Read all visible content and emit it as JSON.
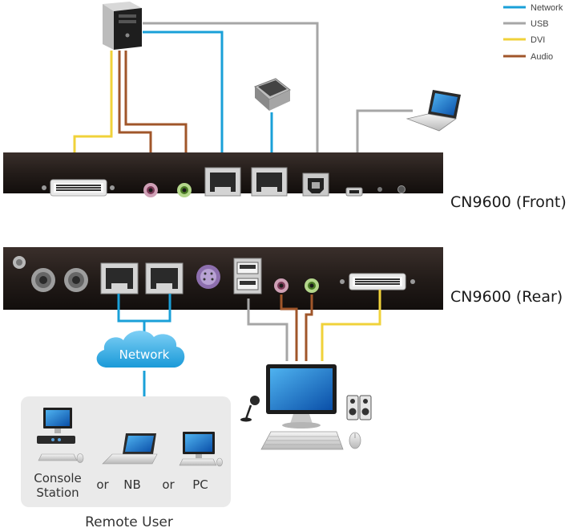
{
  "legend": [
    {
      "label": "Network",
      "color": "#1aa0d8"
    },
    {
      "label": "USB",
      "color": "#a6a6a6"
    },
    {
      "label": "DVI",
      "color": "#f0d23a"
    },
    {
      "label": "Audio",
      "color": "#a0562a"
    }
  ],
  "front_label": "CN9600 (Front)",
  "rear_label": "CN9600 (Rear)",
  "cloud_label": "Network",
  "remote": {
    "console_line1": "Console",
    "console_line2": "Station",
    "or1": "or",
    "nb": "NB",
    "or2": "or",
    "pc": "PC",
    "title": "Remote User"
  },
  "icons": [
    "computer-tower-icon",
    "touch-panel-icon",
    "laptop-icon",
    "monitor-icon",
    "keyboard-icon",
    "mouse-icon",
    "microphone-icon",
    "speakers-icon",
    "cloud-icon"
  ]
}
